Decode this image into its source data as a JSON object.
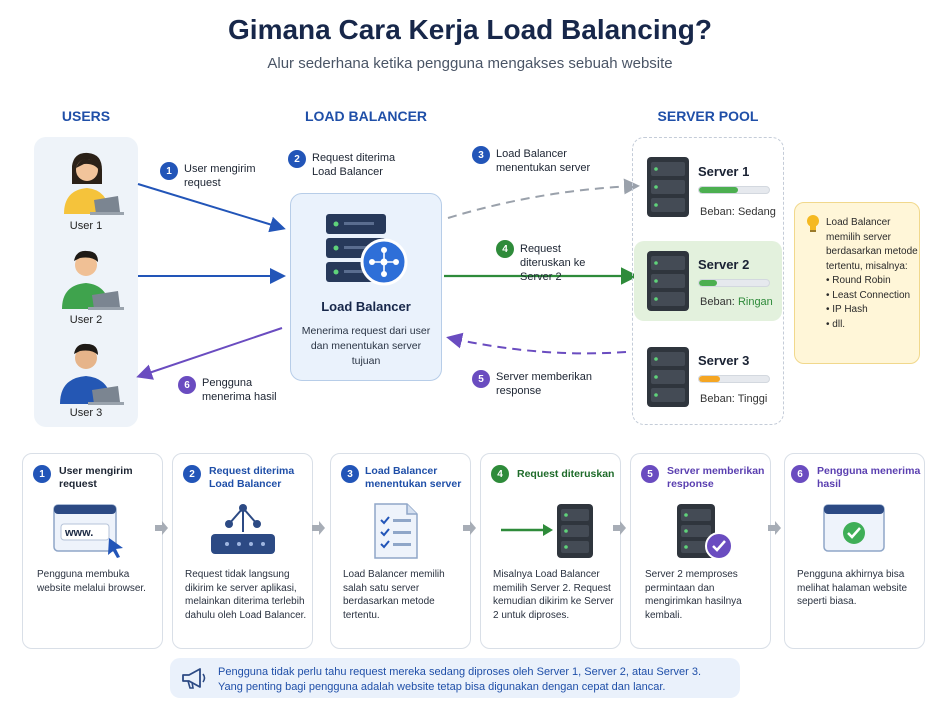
{
  "header": {
    "title": "Gimana Cara Kerja Load Balancing?",
    "subtitle": "Alur sederhana ketika pengguna mengakses sebuah website"
  },
  "columns": {
    "users": "USERS",
    "load_balancer": "LOAD BALANCER",
    "server_pool": "SERVER POOL"
  },
  "users": [
    {
      "label": "User 1"
    },
    {
      "label": "User 2"
    },
    {
      "label": "User 3"
    }
  ],
  "load_balancer": {
    "title": "Load Balancer",
    "description": "Menerima request dari user dan menentukan server tujuan"
  },
  "flow_steps": [
    {
      "num": "1",
      "label": "User mengirim request"
    },
    {
      "num": "2",
      "label": "Request diterima Load Balancer"
    },
    {
      "num": "3",
      "label": "Load Balancer menentukan server"
    },
    {
      "num": "4",
      "label": "Request diteruskan ke Server 2"
    },
    {
      "num": "5",
      "label": "Server memberikan response"
    },
    {
      "num": "6",
      "label": "Pengguna menerima hasil"
    }
  ],
  "servers": [
    {
      "name": "Server 1",
      "load_label": "Beban:",
      "load_value": "Sedang",
      "load_fraction": 0.55,
      "color": "#4caf50"
    },
    {
      "name": "Server 2",
      "load_label": "Beban:",
      "load_value": "Ringan",
      "load_fraction": 0.25,
      "color": "#4caf50",
      "value_color": "#2e8b3a"
    },
    {
      "name": "Server 3",
      "load_label": "Beban:",
      "load_value": "Tinggi",
      "load_fraction": 0.3,
      "color": "#f5a623"
    }
  ],
  "note": {
    "intro": "Load Balancer memilih server berdasarkan metode tertentu, misalnya:",
    "items": [
      "• Round Robin",
      "• Least Connection",
      "• IP Hash",
      "• dll."
    ]
  },
  "cards": [
    {
      "num": "1",
      "title": "User mengirim request",
      "desc": "Pengguna membuka website melalui browser.",
      "icon": "browser-www-icon",
      "url_text": "www."
    },
    {
      "num": "2",
      "title": "Request diterima Load Balancer",
      "desc": "Request tidak langsung dikirim ke server aplikasi, melainkan diterima terlebih dahulu oleh Load Balancer.",
      "icon": "load-balancer-device-icon"
    },
    {
      "num": "3",
      "title": "Load Balancer menentukan server",
      "desc": "Load Balancer memilih salah satu server berdasarkan metode tertentu.",
      "icon": "checklist-icon"
    },
    {
      "num": "4",
      "title": "Request diteruskan",
      "desc": "Misalnya Load Balancer memilih Server 2. Request kemudian dikirim ke Server 2 untuk diproses.",
      "icon": "forward-to-server-icon"
    },
    {
      "num": "5",
      "title": "Server memberikan response",
      "desc": "Server 2 memproses permintaan dan mengirimkan hasilnya kembali.",
      "icon": "server-check-icon"
    },
    {
      "num": "6",
      "title": "Pengguna menerima hasil",
      "desc": "Pengguna akhirnya bisa melihat halaman website seperti biasa.",
      "icon": "browser-success-icon"
    }
  ],
  "footer": {
    "line1": "Pengguna tidak perlu tahu request mereka sedang diproses oleh Server 1, Server 2, atau Server 3.",
    "line2": "Yang penting bagi pengguna adalah website tetap bisa digunakan dengan cepat dan lancar."
  },
  "colors": {
    "blue": "#2255b8",
    "green": "#2e8b3a",
    "purple": "#6a4cc0",
    "gray_arrow": "#9aa1ab"
  }
}
